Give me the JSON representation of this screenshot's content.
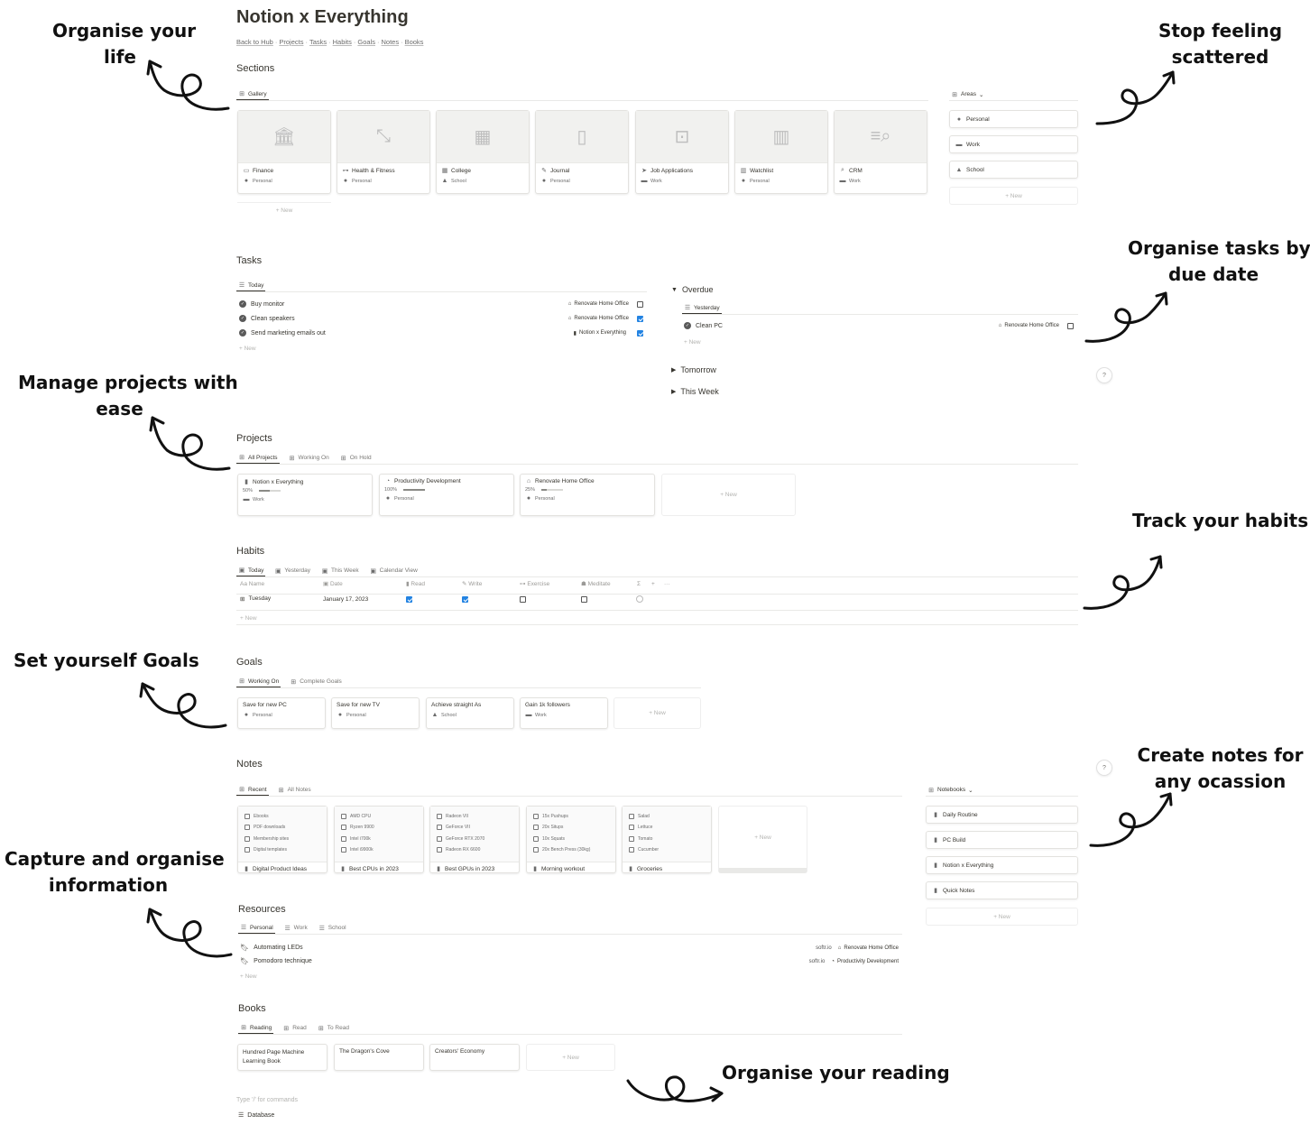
{
  "page": {
    "title": "Notion x Everything",
    "breadcrumbs": [
      "Back to Hub",
      "Projects",
      "Tasks",
      "Habits",
      "Goals",
      "Notes",
      "Books"
    ]
  },
  "callouts": {
    "organise_life": [
      "Organise  your",
      "life"
    ],
    "stop_scattered": [
      "Stop feeling",
      "scattered"
    ],
    "tasks_due": [
      "Organise tasks by",
      "due date"
    ],
    "manage_projects": [
      "Manage projects with",
      "ease"
    ],
    "track_habits": [
      "Track your habits"
    ],
    "set_goals": [
      "Set yourself Goals"
    ],
    "create_notes": [
      "Create notes for",
      "any ocassion"
    ],
    "capture_info": [
      "Capture and organise",
      "information"
    ],
    "organise_reading": [
      "Organise your reading"
    ]
  },
  "sections": {
    "title": "Sections",
    "tab": "Gallery",
    "new_label": "+ New",
    "cards": [
      {
        "title": "Finance",
        "area": "Personal",
        "icon": "bank-icon"
      },
      {
        "title": "Health & Fitness",
        "area": "Personal",
        "icon": "dumbbell-icon"
      },
      {
        "title": "College",
        "area": "School",
        "icon": "building-icon"
      },
      {
        "title": "Journal",
        "area": "Personal",
        "icon": "book-icon"
      },
      {
        "title": "Job Applications",
        "area": "Work",
        "icon": "inbox-icon"
      },
      {
        "title": "Watchlist",
        "area": "Personal",
        "icon": "film-icon"
      },
      {
        "title": "CRM",
        "area": "Work",
        "icon": "search-list-icon"
      }
    ],
    "areas": {
      "label": "Areas",
      "items": [
        "Personal",
        "Work",
        "School"
      ],
      "new_label": "+ New"
    }
  },
  "tasks": {
    "title": "Tasks",
    "tab": "Today",
    "new_label": "+ New",
    "today": [
      {
        "name": "Buy monitor",
        "project": "Renovate Home Office",
        "checked": false
      },
      {
        "name": "Clean speakers",
        "project": "Renovate Home Office",
        "checked": true
      },
      {
        "name": "Send marketing emails out",
        "project": "Notion x Everything",
        "checked": true
      }
    ],
    "overdue": {
      "label": "Overdue",
      "tab": "Yesterday",
      "new_label": "+ New",
      "items": [
        {
          "name": "Clean PC",
          "project": "Renovate Home Office",
          "checked": false
        }
      ]
    },
    "groups": [
      "Tomorrow",
      "This Week"
    ]
  },
  "projects": {
    "title": "Projects",
    "tabs": [
      "All Projects",
      "Working On",
      "On Hold"
    ],
    "new_label": "+ New",
    "cards": [
      {
        "title": "Notion x Everything",
        "progress_label": "50%",
        "progress": 0.5,
        "area": "Work"
      },
      {
        "title": "Productivity Development",
        "progress_label": "100%",
        "progress": 1.0,
        "area": "Personal"
      },
      {
        "title": "Renovate Home Office",
        "progress_label": "25%",
        "progress": 0.25,
        "area": "Personal"
      }
    ]
  },
  "habits": {
    "title": "Habits",
    "tabs": [
      "Today",
      "Yesterday",
      "This Week",
      "Calendar View"
    ],
    "columns": [
      "Name",
      "Date",
      "Read",
      "Write",
      "Exercise",
      "Meditate"
    ],
    "extra_col": "Σ",
    "row": {
      "name": "Tuesday",
      "date": "January 17, 2023",
      "read": true,
      "write": true,
      "exercise": false,
      "meditate": false
    },
    "new_label": "+ New"
  },
  "goals": {
    "title": "Goals",
    "tabs": [
      "Working On",
      "Complete Goals"
    ],
    "new_label": "+ New",
    "cards": [
      {
        "title": "Save for new PC",
        "area": "Personal"
      },
      {
        "title": "Save for new TV",
        "area": "Personal"
      },
      {
        "title": "Achieve straight As",
        "area": "School"
      },
      {
        "title": "Gain 1k followers",
        "area": "Work"
      }
    ]
  },
  "notes": {
    "title": "Notes",
    "tabs": [
      "Recent",
      "All Notes"
    ],
    "new_label": "+ New",
    "cards": [
      {
        "title": "Digital Product Ideas",
        "items": [
          "Ebooks",
          "PDF downloads",
          "Membership sites",
          "Digital templates"
        ]
      },
      {
        "title": "Best CPUs in 2023",
        "items": [
          "AMD CPU",
          "Ryzen 9900",
          "Intel i700k",
          "Intel i9900k"
        ]
      },
      {
        "title": "Best GPUs in 2023",
        "items": [
          "Radeon VII",
          "GeForce VII",
          "GeForce RTX 2070",
          "Radeon RX 6600"
        ]
      },
      {
        "title": "Morning workout",
        "items": [
          "15x Pushups",
          "20x Situps",
          "10x Squats",
          "20x Bench Press (30kg)"
        ]
      },
      {
        "title": "Groceries",
        "items": [
          "Salad",
          "Lettuce",
          "Tomato",
          "Cucumber"
        ]
      }
    ],
    "notebooks": {
      "label": "Notebooks",
      "items": [
        "Daily Routine",
        "PC Build",
        "Notion x Everything",
        "Quick Notes"
      ],
      "new_label": "+ New"
    }
  },
  "resources": {
    "title": "Resources",
    "tabs": [
      "Personal",
      "Work",
      "School"
    ],
    "new_label": "+ New",
    "items": [
      {
        "name": "Automating LEDs",
        "source": "softr.io",
        "project": "Renovate Home Office"
      },
      {
        "name": "Pomodoro technique",
        "source": "softr.io",
        "project": "Productivity Development"
      }
    ]
  },
  "books": {
    "title": "Books",
    "tabs": [
      "Reading",
      "Read",
      "To Read"
    ],
    "new_label": "+ New",
    "cards": [
      {
        "title": "Hundred Page Machine Learning Book"
      },
      {
        "title": "The Dragon's Cove"
      },
      {
        "title": "Creators' Economy"
      }
    ]
  },
  "footer": {
    "placeholder": "Type '/' for commands",
    "database": "Database"
  },
  "help_label": "?"
}
